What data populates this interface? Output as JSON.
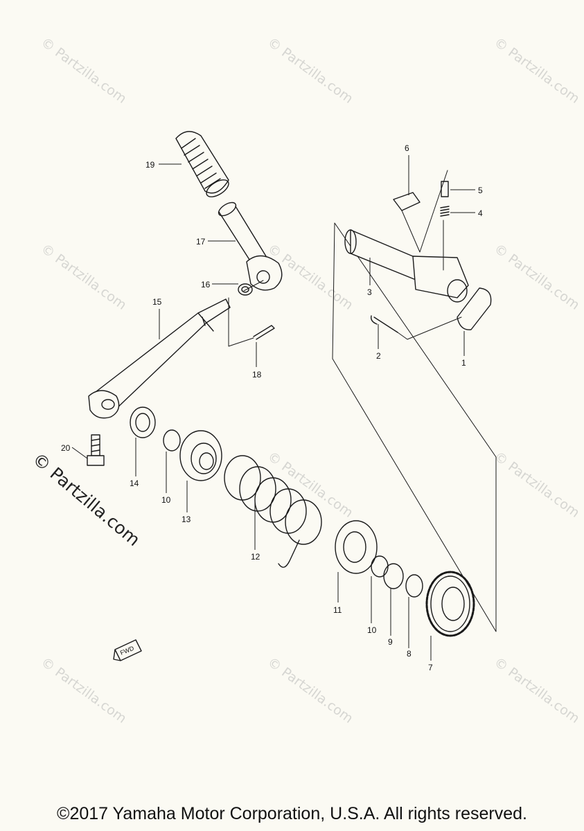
{
  "watermark": "© Partzilla.com",
  "watermark_main": "© Partzilla.com",
  "copyright": "©2017 Yamaha Motor Corporation, U.S.A. All rights reserved.",
  "fwd_label": "FWD",
  "parts": {
    "p1": "1",
    "p2": "2",
    "p3": "3",
    "p4": "4",
    "p5": "5",
    "p6": "6",
    "p7": "7",
    "p8": "8",
    "p9": "9",
    "p10a": "10",
    "p10b": "10",
    "p11": "11",
    "p12": "12",
    "p13": "13",
    "p14": "14",
    "p15": "15",
    "p16": "16",
    "p17": "17",
    "p18": "18",
    "p19": "19",
    "p20": "20"
  }
}
